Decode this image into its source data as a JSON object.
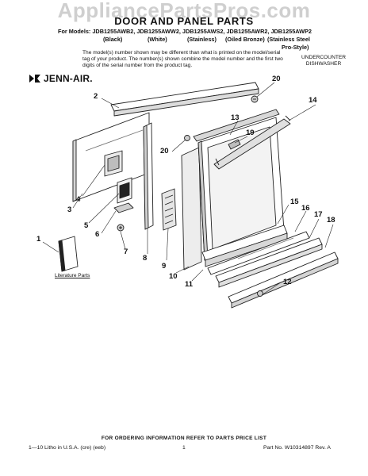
{
  "watermark": "AppliancePartsPros.com",
  "title": "DOOR AND PANEL PARTS",
  "models": {
    "line": "For Models: JDB1255AWB2, JDB1255AWW2, JDB1255AWS2, JDB1255AWR2, JDB1255AWP2",
    "finishes": [
      "(Black)",
      "(White)",
      "(Stainless)",
      "(Oiled Bronze)",
      "(Stainless Steel",
      "Pro-Style)"
    ]
  },
  "note": "The model(s) number shown may be different than what is printed on the model/serial tag of your product. The number(s) shown combine the model number and the first two digits of the serial number from the product tag.",
  "product_type": "UNDERCOUNTER DISHWASHER",
  "brand": "JENN-AIR.",
  "callouts": {
    "c1": "1",
    "c2": "2",
    "c3": "3",
    "c4": "4",
    "c5": "5",
    "c6": "6",
    "c7": "7",
    "c8": "8",
    "c9": "9",
    "c10": "10",
    "c11": "11",
    "c12": "12",
    "c13": "13",
    "c14": "14",
    "c15": "15",
    "c16": "16",
    "c17": "17",
    "c18": "18",
    "c19": "19",
    "c20a": "20",
    "c20b": "20"
  },
  "literature_label": "Literature Parts",
  "footer": {
    "order_info": "FOR ORDERING INFORMATION REFER TO PARTS PRICE LIST",
    "litho": "1—10 Litho in U.S.A. (cre) (eeb)",
    "page": "1",
    "part_no": "Part No. W10314897 Rev. A"
  }
}
